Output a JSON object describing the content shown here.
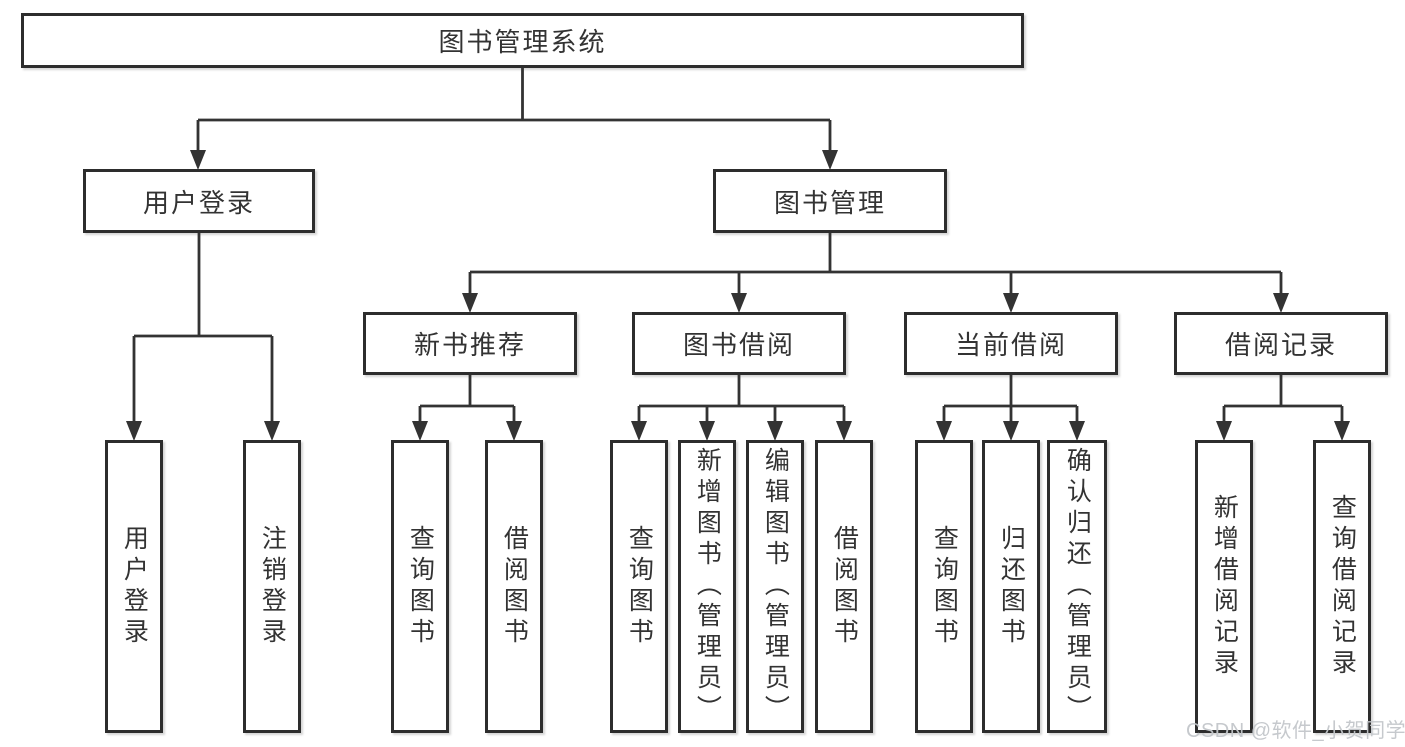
{
  "nodes": {
    "root": {
      "label": "图书管理系统"
    },
    "level2": [
      {
        "label": "用户登录"
      },
      {
        "label": "图书管理"
      }
    ],
    "level3": [
      {
        "label": "新书推荐"
      },
      {
        "label": "图书借阅"
      },
      {
        "label": "当前借阅"
      },
      {
        "label": "借阅记录"
      }
    ],
    "leaves": {
      "user_login": [
        {
          "label": "用户登录"
        },
        {
          "label": "注销登录"
        }
      ],
      "new_book_recommend": [
        {
          "label": "查询图书"
        },
        {
          "label": "借阅图书"
        }
      ],
      "book_borrow": [
        {
          "label": "查询图书"
        },
        {
          "label": "新增图书（管理员）"
        },
        {
          "label": "编辑图书（管理员）"
        },
        {
          "label": "借阅图书"
        }
      ],
      "current_borrow": [
        {
          "label": "查询图书"
        },
        {
          "label": "归还图书"
        },
        {
          "label": "确认归还（管理员）"
        }
      ],
      "borrow_records": [
        {
          "label": "新增借阅记录"
        },
        {
          "label": "查询借阅记录"
        }
      ]
    }
  },
  "watermark": {
    "text": "CSDN @软件_小贺同学"
  },
  "colors": {
    "line": "#333333",
    "node_border": "#2d2d2d",
    "node_background": "#ffffff",
    "text": "#333333",
    "page_background": "#ffffff",
    "watermark": "#c3c7cb"
  }
}
